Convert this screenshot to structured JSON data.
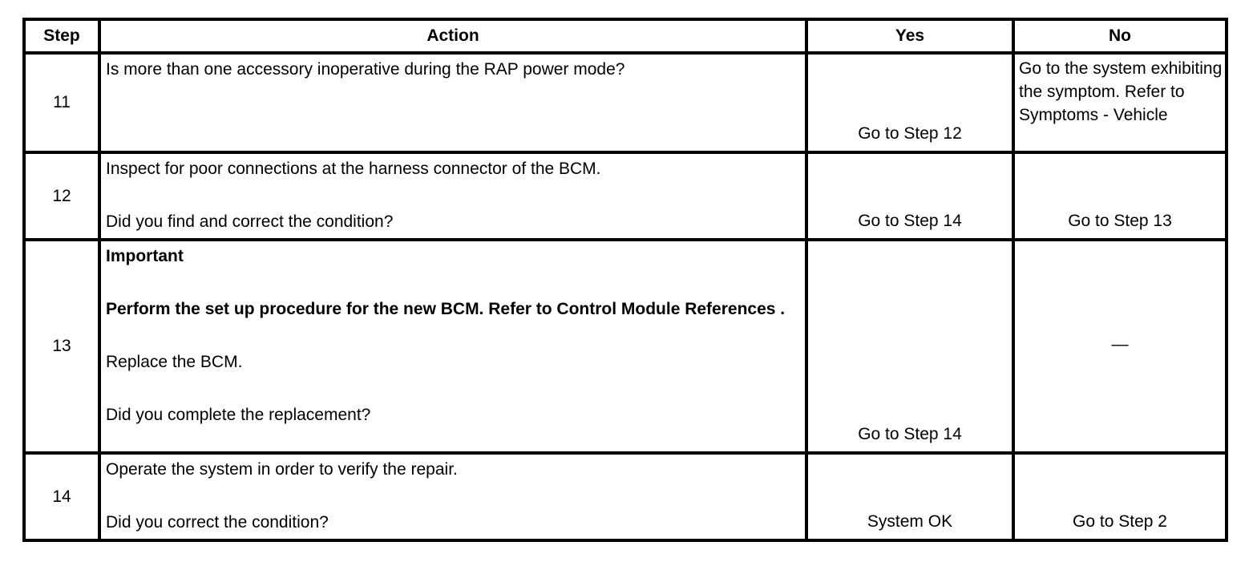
{
  "table": {
    "headers": {
      "step": "Step",
      "action": "Action",
      "yes": "Yes",
      "no": "No"
    },
    "rows": [
      {
        "step": "11",
        "action": {
          "question": "Is more than one accessory inoperative during the RAP power mode?"
        },
        "yes": "Go to Step 12",
        "no": "Go to the system exhibiting the symptom. Refer to Symptoms - Vehicle"
      },
      {
        "step": "12",
        "action": {
          "line1": "Inspect for poor connections at the harness connector of the BCM.",
          "question": "Did you find and correct the condition?"
        },
        "yes": "Go to Step 14",
        "no": "Go to Step 13"
      },
      {
        "step": "13",
        "action": {
          "important_label": "Important",
          "important_text": "Perform the set up procedure for the new BCM. Refer to Control Module References .",
          "line1": "Replace the BCM.",
          "question": "Did you complete the replacement?"
        },
        "yes": "Go to Step 14",
        "no": "—"
      },
      {
        "step": "14",
        "action": {
          "line1": "Operate the system in order to verify the repair.",
          "question": "Did you correct the condition?"
        },
        "yes": "System OK",
        "no": "Go to Step 2"
      }
    ]
  }
}
